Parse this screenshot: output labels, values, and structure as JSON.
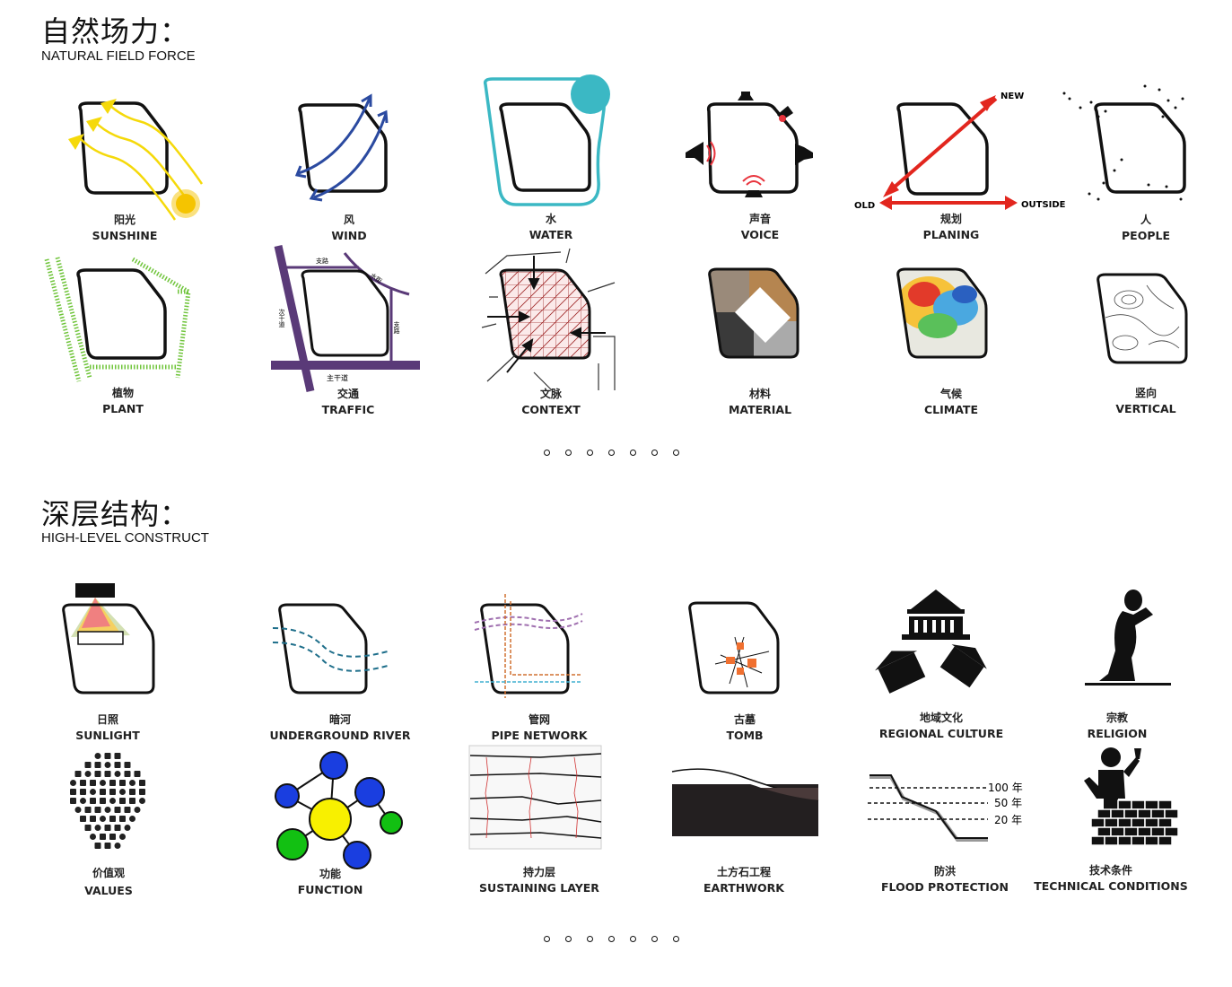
{
  "section1": {
    "title_cn": "自然场力：",
    "title_en": "NATURAL FIELD FORCE",
    "items": [
      {
        "cn": "阳光",
        "en": "SUNSHINE",
        "icon": "sun-icon"
      },
      {
        "cn": "风",
        "en": "WIND",
        "icon": "wind-icon"
      },
      {
        "cn": "水",
        "en": "WATER",
        "icon": "water-icon"
      },
      {
        "cn": "声音",
        "en": "VOICE",
        "icon": "speaker-icon"
      },
      {
        "cn": "规划",
        "en": "PLANING",
        "icon": "planning-arrows-icon"
      },
      {
        "cn": "人",
        "en": "PEOPLE",
        "icon": "footprints-icon"
      },
      {
        "cn": "植物",
        "en": "PLANT",
        "icon": "plant-icon"
      },
      {
        "cn": "交通",
        "en": "TRAFFIC",
        "icon": "road-icon"
      },
      {
        "cn": "文脉",
        "en": "CONTEXT",
        "icon": "context-icon"
      },
      {
        "cn": "材料",
        "en": "MATERIAL",
        "icon": "material-icon"
      },
      {
        "cn": "气候",
        "en": "CLIMATE",
        "icon": "climate-map-icon"
      },
      {
        "cn": "竖向",
        "en": "VERTICAL",
        "icon": "contour-icon"
      }
    ],
    "planing_labels": {
      "new": "NEW",
      "old": "OLD",
      "outside": "OUTSIDE"
    },
    "traffic_labels": {
      "branch1": "支路",
      "branch2": "支路",
      "street": "水街",
      "secondary": "次干道",
      "main": "主干道"
    }
  },
  "section2": {
    "title_cn": "深层结构：",
    "title_en": "HIGH-LEVEL CONSTRUCT",
    "items": [
      {
        "cn": "日照",
        "en": "SUNLIGHT",
        "icon": "sunlight-icon"
      },
      {
        "cn": "暗河",
        "en": "UNDERGROUND RIVER",
        "icon": "river-icon"
      },
      {
        "cn": "管网",
        "en": "PIPE NETWORK",
        "icon": "pipe-icon"
      },
      {
        "cn": "古墓",
        "en": "TOMB",
        "icon": "tomb-icon"
      },
      {
        "cn": "地域文化",
        "en": "REGIONAL CULTURE",
        "icon": "pavilion-icon"
      },
      {
        "cn": "宗教",
        "en": "RELIGION",
        "icon": "praying-person-icon"
      },
      {
        "cn": "价值观",
        "en": "VALUES",
        "icon": "values-cloud-icon"
      },
      {
        "cn": "功能",
        "en": "FUNCTION",
        "icon": "network-icon"
      },
      {
        "cn": "持力层",
        "en": "SUSTAINING LAYER",
        "icon": "soil-layer-icon"
      },
      {
        "cn": "土方石工程",
        "en": "EARTHWORK",
        "icon": "earthwork-icon"
      },
      {
        "cn": "防洪",
        "en": "FLOOD PROTECTION",
        "icon": "flood-icon"
      },
      {
        "cn": "技术条件",
        "en": "TECHNICAL CONDITIONS",
        "icon": "builder-icon"
      }
    ],
    "flood_levels": [
      "100 年",
      "50 年",
      "20 年"
    ]
  },
  "pagination": {
    "dot_count": 7
  },
  "colors": {
    "sun": "#f5d90a",
    "wind": "#2b4aa0",
    "water": "#3bb8c4",
    "voice": "#e8333c",
    "planing": "#e2261e",
    "plant": "#6fc43a",
    "traffic": "#5a3a78"
  }
}
